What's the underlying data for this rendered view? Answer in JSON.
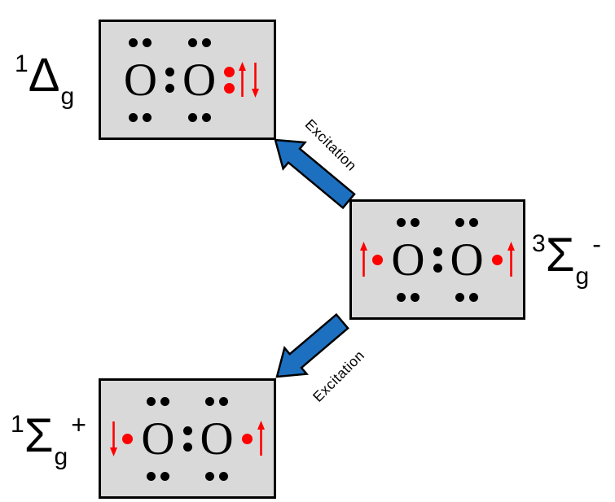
{
  "lewis": {
    "atom": "O"
  },
  "terms": {
    "delta": {
      "pre_sup": "1",
      "symbol": "Δ",
      "sub": "g",
      "post_sup": ""
    },
    "triplet": {
      "pre_sup": "3",
      "symbol": "Σ",
      "sub": "g",
      "post_sup": "-"
    },
    "sigma_plus": {
      "pre_sup": "1",
      "symbol": "Σ",
      "sub": "g",
      "post_sup": "+"
    }
  },
  "arrows": {
    "top": {
      "label": "Excitation"
    },
    "bottom": {
      "label": "Excitation"
    }
  },
  "colors": {
    "background": "#ffffff",
    "box_fill": "#d9d9d9",
    "box_border": "#000000",
    "electron_black": "#000000",
    "electron_red": "#fe0000",
    "excitation_arrow_blue": "#1d70c0",
    "text": "#000000"
  }
}
